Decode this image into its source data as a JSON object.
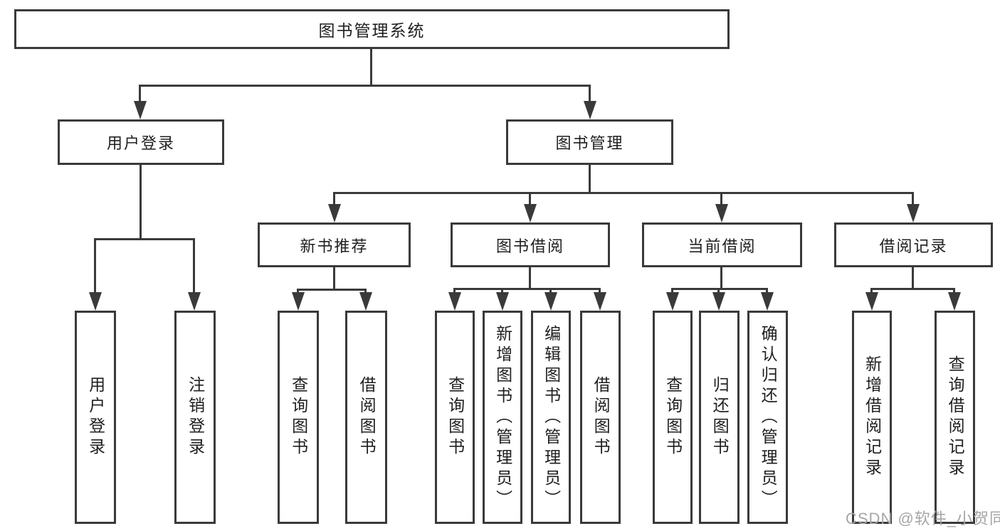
{
  "tree": {
    "label": "图书管理系统",
    "children": [
      {
        "label": "用户登录",
        "children": [
          {
            "label": "用户登录"
          },
          {
            "label": "注销登录"
          }
        ]
      },
      {
        "label": "图书管理",
        "children": [
          {
            "label": "新书推荐",
            "children": [
              {
                "label": "查询图书"
              },
              {
                "label": "借阅图书"
              }
            ]
          },
          {
            "label": "图书借阅",
            "children": [
              {
                "label": "查询图书"
              },
              {
                "label": "新增图书（管理员）"
              },
              {
                "label": "编辑图书（管理员）"
              },
              {
                "label": "借阅图书"
              }
            ]
          },
          {
            "label": "当前借阅",
            "children": [
              {
                "label": "查询图书"
              },
              {
                "label": "归还图书"
              },
              {
                "label": "确认归还（管理员）"
              }
            ]
          },
          {
            "label": "借阅记录",
            "children": [
              {
                "label": "新增借阅记录"
              },
              {
                "label": "查询借阅记录"
              }
            ]
          }
        ]
      }
    ]
  },
  "watermark": {
    "text": "CSDN @软件_小贺同学"
  },
  "colors": {
    "line": "#3a3a3a",
    "text": "#1f1f1f",
    "background": "#ffffff",
    "watermark": "#a6a6a6"
  }
}
